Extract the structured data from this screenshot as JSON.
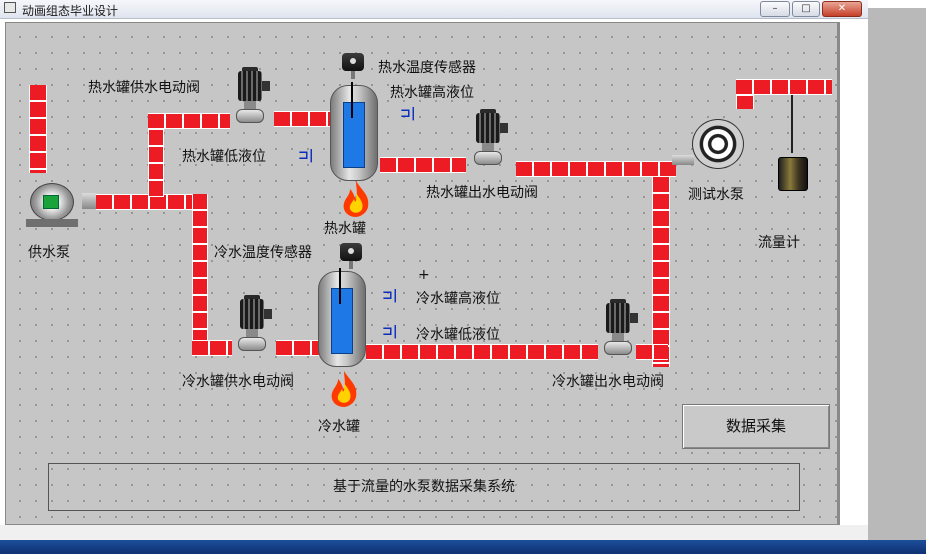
{
  "window": {
    "title": "动画组态毕业设计",
    "controls": {
      "minimize": "–",
      "maximize": "□",
      "close": "✕"
    }
  },
  "labels": {
    "feed_pump": "供水泵",
    "hot_supply_valve": "热水罐供水电动阀",
    "hot_temp_sensor": "热水温度传感器",
    "hot_high_level": "热水罐高液位",
    "hot_low_level": "热水罐低液位",
    "hot_outlet_valve": "热水罐出水电动阀",
    "hot_tank": "热水罐",
    "cold_temp_sensor": "冷水温度传感器",
    "cold_high_level": "冷水罐高液位",
    "cold_low_level": "冷水罐低液位",
    "cold_supply_valve": "冷水罐供水电动阀",
    "cold_outlet_valve": "冷水罐出水电动阀",
    "cold_tank": "冷水罐",
    "test_pump": "测试水泵",
    "flowmeter": "流量计",
    "cursor_mark": "+"
  },
  "buttons": {
    "acquire": "数据采集"
  },
  "footer": {
    "system_title": "基于流量的水泵数据采集系统"
  },
  "colors": {
    "pipe": "#ed1c24",
    "water": "#1e78e6",
    "level_switch": "#0b2fbd",
    "canvas": "#c6c6c6"
  },
  "icons": {
    "valve": "motor-valve-icon",
    "sensor": "temperature-sensor-icon",
    "level": "level-switch-icon",
    "flame": "flame-icon",
    "pump": "pump-icon",
    "flowmeter": "flowmeter-icon"
  }
}
